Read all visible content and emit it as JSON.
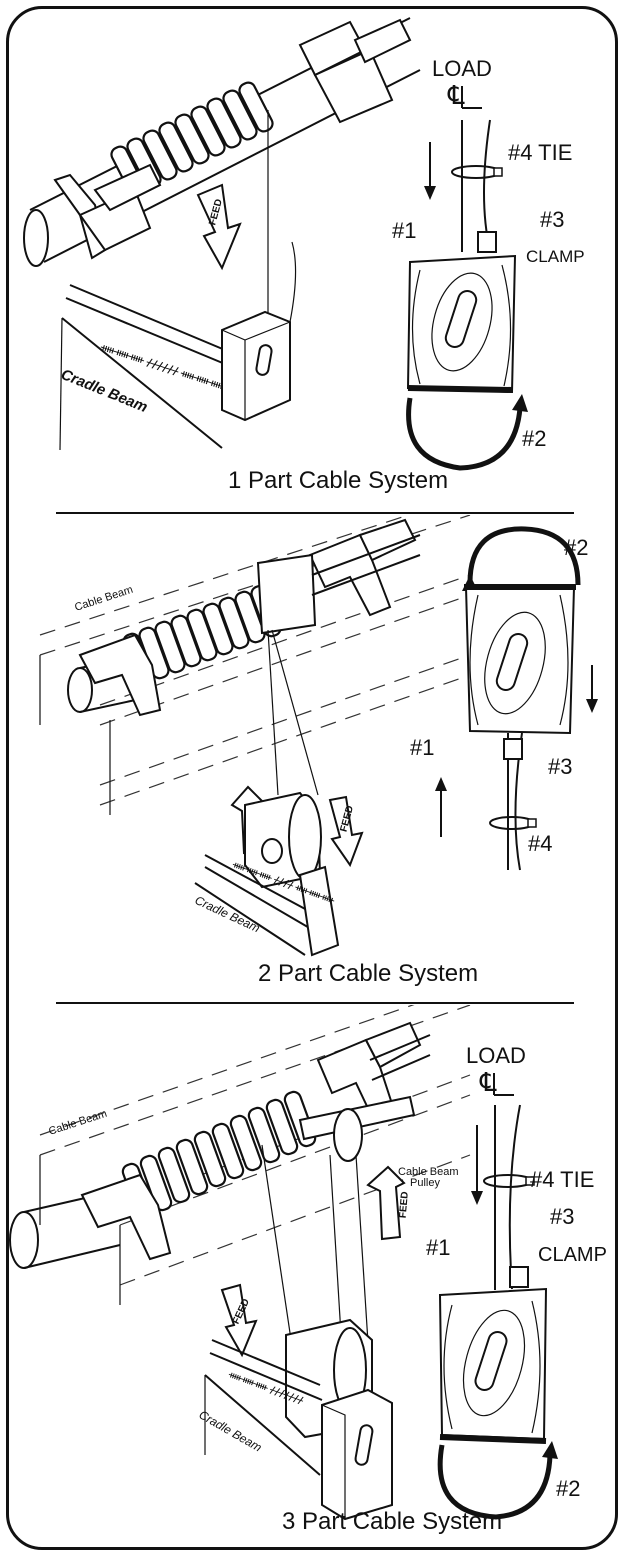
{
  "panels": [
    {
      "title": "1 Part Cable System",
      "load_label": "LOAD",
      "centerline_symbol": "℄",
      "tie_label": "#4 TIE",
      "clamp_number": "#3",
      "clamp_word": "CLAMP",
      "step1": "#1",
      "step2": "#2",
      "feed_label": "FEED",
      "cradle_beam_label": "Cradle Beam"
    },
    {
      "title": "2 Part Cable System",
      "step1": "#1",
      "step2": "#2",
      "step3": "#3",
      "step4": "#4",
      "feed_label": "FEED",
      "cable_beam_label": "Cable Beam",
      "cradle_beam_label": "Cradle Beam"
    },
    {
      "title": "3 Part Cable System",
      "load_label": "LOAD",
      "centerline_symbol": "℄",
      "tie_label": "#4 TIE",
      "clamp_number": "#3",
      "clamp_word": "CLAMP",
      "step1": "#1",
      "step2": "#2",
      "feed_label": "FEED",
      "cable_beam_label": "Cable Beam",
      "pulley_label_1": "Cable Beam",
      "pulley_label_2": "Pulley",
      "cradle_beam_label": "Cradle Beam"
    }
  ]
}
